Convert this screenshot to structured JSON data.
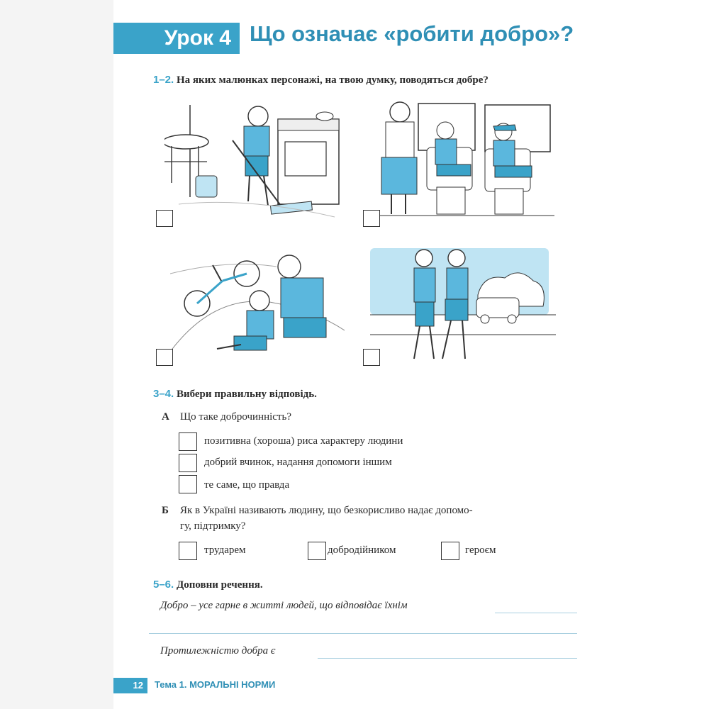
{
  "header": {
    "lesson_label": "Урок 4",
    "title": "Що означає «робити добро»?"
  },
  "task1": {
    "number": "1–2.",
    "text": "На яких малюнках персонажі, на твою думку, поводяться добре?",
    "pictures": [
      {
        "icon": "girl-mopping-floor-picture"
      },
      {
        "icon": "boy-giving-seat-picture"
      },
      {
        "icon": "girl-helping-injured-boy-picture"
      },
      {
        "icon": "children-talking-on-street-picture"
      }
    ]
  },
  "task2": {
    "number": "3–4.",
    "text": "Вибери правильну відповідь.",
    "question_a": {
      "letter": "А",
      "text": "Що таке доброчинність?",
      "options": [
        "позитивна (хороша) риса характеру людини",
        "добрий вчинок, надання допомоги іншим",
        "те саме, що правда"
      ]
    },
    "question_b": {
      "letter": "Б",
      "text_line1": "Як в Україні називають людину, що безкорисливо надає допомо-",
      "text_line2": "гу, підтримку?",
      "options": [
        "трударем",
        "добродійником",
        "героєм"
      ]
    }
  },
  "task3": {
    "number": "5–6.",
    "text": "Доповни речення.",
    "sentence1": "Добро – усе гарне в житті людей, що відповідає їхнім",
    "sentence2": "Протилежністю добра є"
  },
  "footer": {
    "page_number": "12",
    "topic": "Тема 1. МОРАЛЬНІ НОРМИ"
  },
  "colors": {
    "accent": "#3aa3c9",
    "accent_dark": "#2f8fb5",
    "line": "#a9cfe0"
  }
}
